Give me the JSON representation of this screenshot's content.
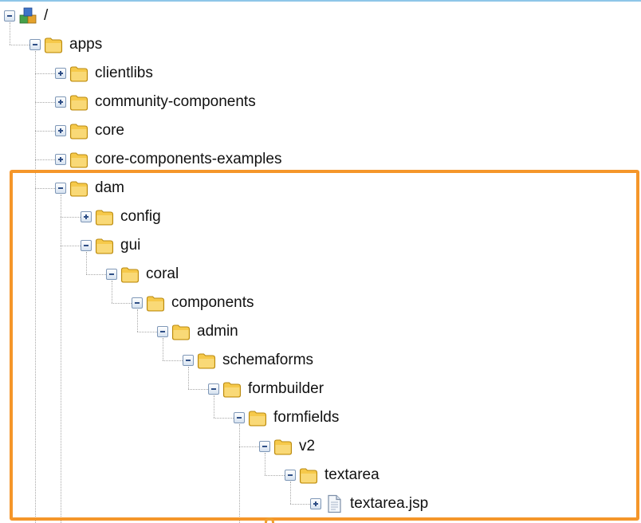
{
  "colors": {
    "highlight": "#f5962a",
    "folder": "#f6c94a",
    "toggle_border": "#7e97b7",
    "top_line": "#8ec6e8"
  },
  "tree": {
    "nodes": [
      {
        "label": "/",
        "toggle": "minus",
        "icon": "repository-root-icon"
      },
      {
        "label": "apps",
        "toggle": "minus",
        "icon": "folder-icon"
      },
      {
        "label": "clientlibs",
        "toggle": "plus",
        "icon": "folder-icon"
      },
      {
        "label": "community-components",
        "toggle": "plus",
        "icon": "folder-icon"
      },
      {
        "label": "core",
        "toggle": "plus",
        "icon": "folder-icon"
      },
      {
        "label": "core-components-examples",
        "toggle": "plus",
        "icon": "folder-icon"
      },
      {
        "label": "dam",
        "toggle": "minus",
        "icon": "folder-icon"
      },
      {
        "label": "config",
        "toggle": "plus",
        "icon": "folder-icon"
      },
      {
        "label": "gui",
        "toggle": "minus",
        "icon": "folder-icon"
      },
      {
        "label": "coral",
        "toggle": "minus",
        "icon": "folder-icon"
      },
      {
        "label": "components",
        "toggle": "minus",
        "icon": "folder-icon"
      },
      {
        "label": "admin",
        "toggle": "minus",
        "icon": "folder-icon"
      },
      {
        "label": "schemaforms",
        "toggle": "minus",
        "icon": "folder-icon"
      },
      {
        "label": "formbuilder",
        "toggle": "minus",
        "icon": "folder-icon"
      },
      {
        "label": "formfields",
        "toggle": "minus",
        "icon": "folder-icon"
      },
      {
        "label": "v2",
        "toggle": "minus",
        "icon": "folder-icon"
      },
      {
        "label": "textarea",
        "toggle": "minus",
        "icon": "folder-icon"
      },
      {
        "label": "textarea.jsp",
        "toggle": "plus",
        "icon": "file-icon"
      }
    ]
  }
}
